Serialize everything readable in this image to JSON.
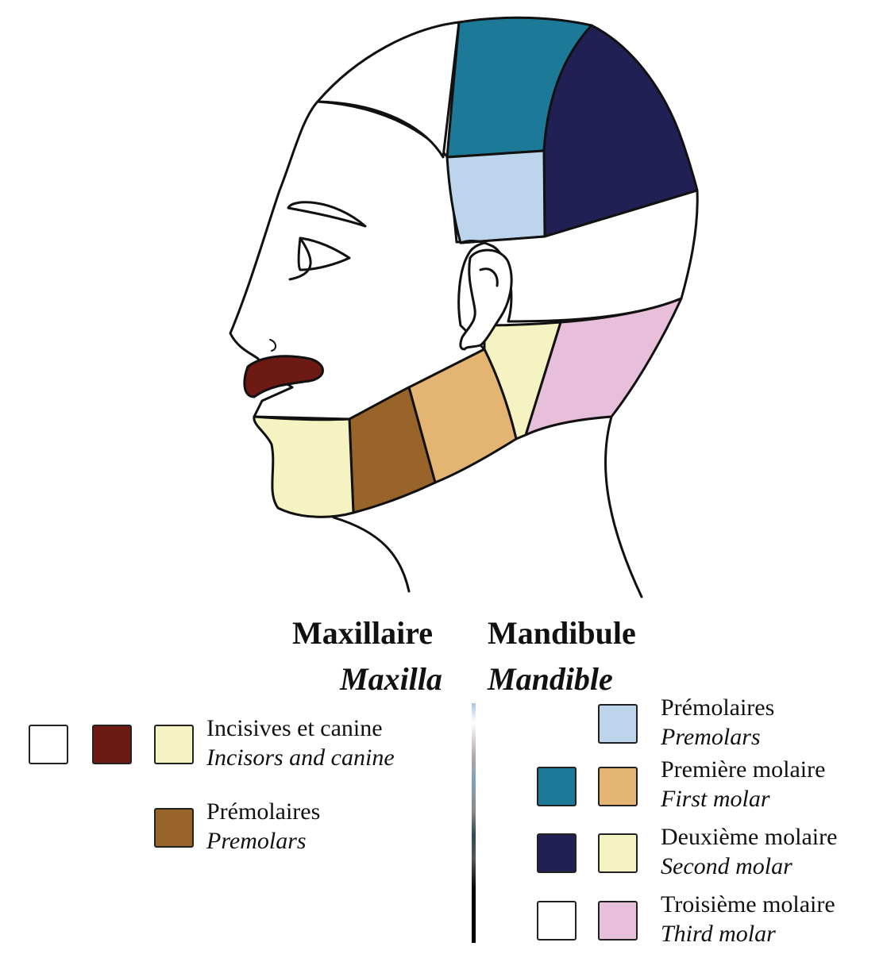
{
  "colors": {
    "white": "#ffffff",
    "lips_dark_red": "#6e1a14",
    "pale_yellow": "#f6f3c2",
    "brown": "#98642a",
    "tan_orange": "#e4b473",
    "light_blue": "#bdd5ec",
    "teal": "#1c7a98",
    "navy": "#212055",
    "pink": "#e8bfda",
    "outline": "#111111"
  },
  "headers": {
    "maxilla_fr": "Maxillaire",
    "mandible_fr": "Mandibule",
    "maxilla_en": "Maxilla",
    "mandible_en": "Mandible"
  },
  "legend": {
    "maxilla": [
      {
        "fr": "Incisives et canine",
        "en": "Incisors and canine",
        "swatches": [
          "white",
          "lips_dark_red",
          "pale_yellow"
        ]
      },
      {
        "fr": "Prémolaires",
        "en": "Premolars",
        "swatches": [
          "brown"
        ]
      }
    ],
    "mandible": [
      {
        "fr": "Prémolaires",
        "en": "Premolars",
        "swatches": [
          "light_blue"
        ]
      },
      {
        "fr": "Première molaire",
        "en": "First molar",
        "swatches": [
          "teal",
          "tan_orange"
        ]
      },
      {
        "fr": "Deuxième molaire",
        "en": "Second molar",
        "swatches": [
          "navy",
          "pale_yellow"
        ]
      },
      {
        "fr": "Troisième molaire",
        "en": "Third molar",
        "swatches": [
          "white",
          "pink"
        ]
      }
    ]
  }
}
